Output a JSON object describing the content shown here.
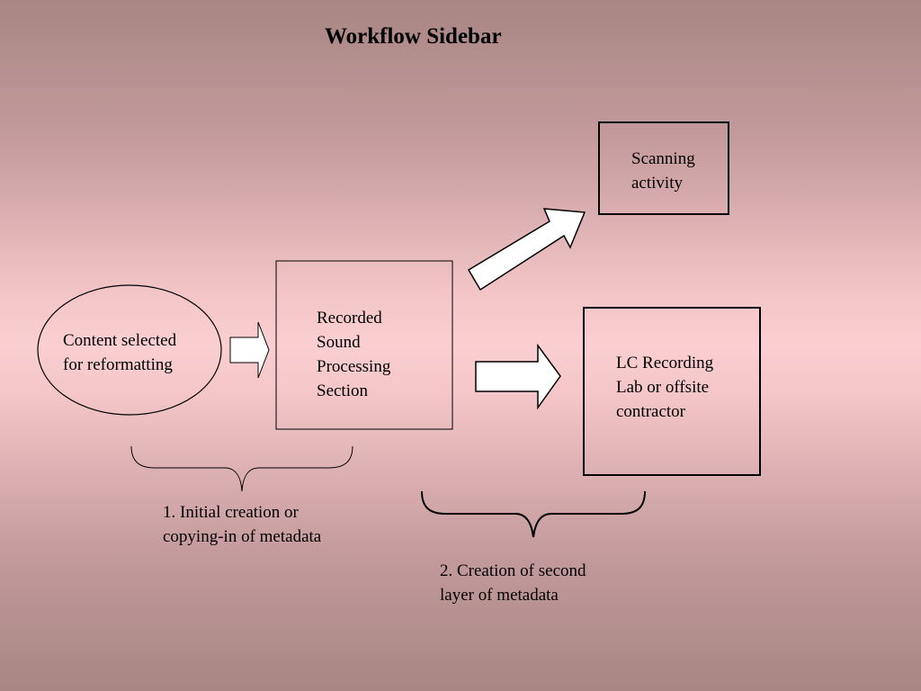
{
  "title": "Workflow Sidebar",
  "nodes": {
    "content_selected": "Content selected\nfor reformatting",
    "recorded_sound": "Recorded\nSound\nProcessing\nSection",
    "scanning_activity": "Scanning\nactivity",
    "lc_recording_lab": "LC Recording\nLab or offsite\ncontractor"
  },
  "stages": {
    "stage_1": "1.  Initial creation or\ncopying-in of metadata",
    "stage_2": "2.  Creation of second\nlayer of metadata"
  },
  "colors": {
    "stroke": "#000000",
    "box_fill": "transparent",
    "arrow_fill": "#ffffff"
  }
}
